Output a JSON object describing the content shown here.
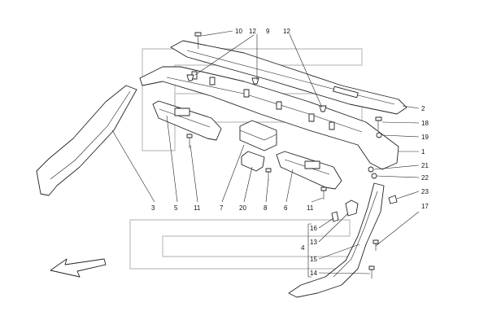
{
  "callouts": {
    "c1": "1",
    "c2": "2",
    "c3": "3",
    "c4": "4",
    "c5": "5",
    "c6": "6",
    "c7": "7",
    "c8": "8",
    "c9": "9",
    "c10": "10",
    "c11a": "11",
    "c11b": "11",
    "c12a": "12",
    "c12b": "12",
    "c13": "13",
    "c14": "14",
    "c15": "15",
    "c16": "16",
    "c17": "17",
    "c18": "18",
    "c19": "19",
    "c20": "20",
    "c21": "21",
    "c22": "22",
    "c23": "23"
  },
  "colors": {
    "line": "#222222",
    "watermark": "#c8c8c8",
    "background": "#ffffff"
  },
  "icons": {
    "direction": "direction-arrow-icon"
  }
}
